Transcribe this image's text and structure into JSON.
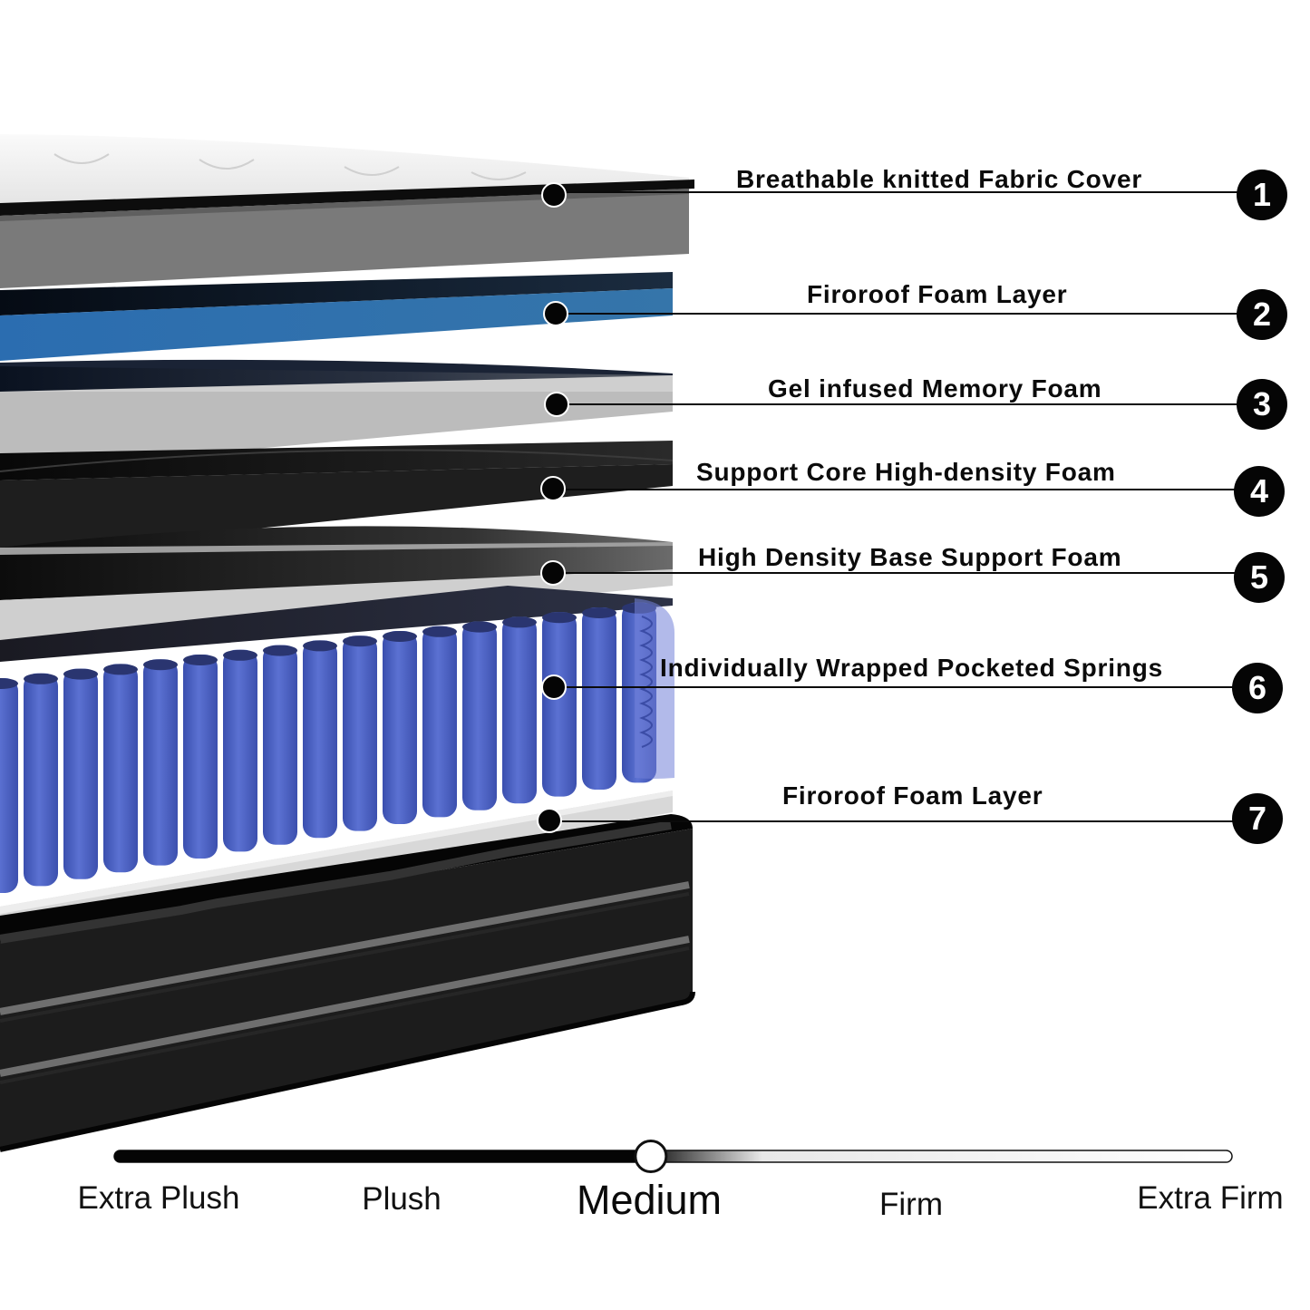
{
  "layers": [
    {
      "number": "1",
      "label": "Breathable knitted Fabric Cover"
    },
    {
      "number": "2",
      "label": "Firoroof Foam Layer"
    },
    {
      "number": "3",
      "label": "Gel infused Memory Foam"
    },
    {
      "number": "4",
      "label": "Support Core High-density Foam"
    },
    {
      "number": "5",
      "label": "High Density Base Support Foam"
    },
    {
      "number": "6",
      "label": "Individually Wrapped Pocketed Springs"
    },
    {
      "number": "7",
      "label": "Firoroof Foam Layer"
    }
  ],
  "firmness_scale": {
    "levels": [
      "Extra Plush",
      "Plush",
      "Medium",
      "Firm",
      "Extra Firm"
    ],
    "selected": "Medium",
    "position_fraction": 0.48
  },
  "colors": {
    "label_text": "#0b0b0b",
    "badge": "#050505",
    "spring_blue": "#4e63c4",
    "foam_blue": "#2f6ea8",
    "base_black": "#141414"
  }
}
